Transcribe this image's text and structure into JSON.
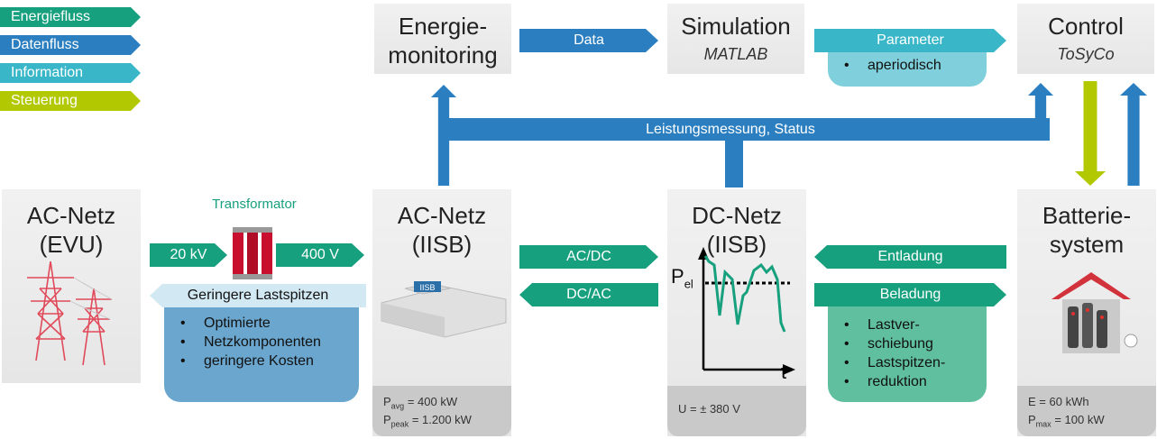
{
  "colors": {
    "energy": "#17a07e",
    "data": "#2b7fc0",
    "info": "#39b7c9",
    "control": "#b2c800"
  },
  "legend": [
    {
      "label": "Energiefluss",
      "color": "#17a07e"
    },
    {
      "label": "Datenfluss",
      "color": "#2b7fc0"
    },
    {
      "label": "Information",
      "color": "#39b7c9"
    },
    {
      "label": "Steuerung",
      "color": "#b2c800"
    }
  ],
  "monitoring": {
    "line1": "Energie-",
    "line2": "monitoring"
  },
  "simulation": {
    "title": "Simulation",
    "subtitle": "MATLAB"
  },
  "control": {
    "title": "Control",
    "subtitle": "ToSyCo"
  },
  "arrows": {
    "data": "Data",
    "parameter": "Parameter",
    "parameter_item": "aperiodisch",
    "bus": "Leistungsmessung, Status",
    "kv20": "20 kV",
    "v400": "400 V",
    "acdc": "AC/DC",
    "dcac": "DC/AC",
    "entladung": "Entladung",
    "beladung": "Beladung"
  },
  "evu": {
    "line1": "AC-Netz",
    "line2": "(EVU)"
  },
  "transformer": {
    "label": "Transformator"
  },
  "peaks": {
    "label": "Geringere Lastspitzen",
    "items": [
      "Optimierte",
      "Netzkomponenten",
      "geringere Kosten"
    ]
  },
  "acnetz": {
    "line1": "AC-Netz",
    "line2": "(IISB)",
    "building_label": "IISB",
    "pavg_sym": "P",
    "pavg_sub": "avg",
    "pavg_val": "=    400 kW",
    "ppeak_sym": "P",
    "ppeak_sub": "peak",
    "ppeak_val": "= 1.200 kW"
  },
  "dcnetz": {
    "line1": "DC-Netz",
    "line2": "(IISB)",
    "p_sym": "P",
    "p_sub": "el",
    "t_label": "t",
    "voltage": "U = ± 380 V"
  },
  "battery_benefits": {
    "item1a": "Lastver-",
    "item1b": "schiebung",
    "item2a": "Lastspitzen-",
    "item2b": "reduktion"
  },
  "battery": {
    "line1": "Batterie-",
    "line2": "system",
    "e_sym": "E",
    "e_val": "=    60 kWh",
    "pmax_sym": "P",
    "pmax_sub": "max",
    "pmax_val": "= 100 kW"
  }
}
